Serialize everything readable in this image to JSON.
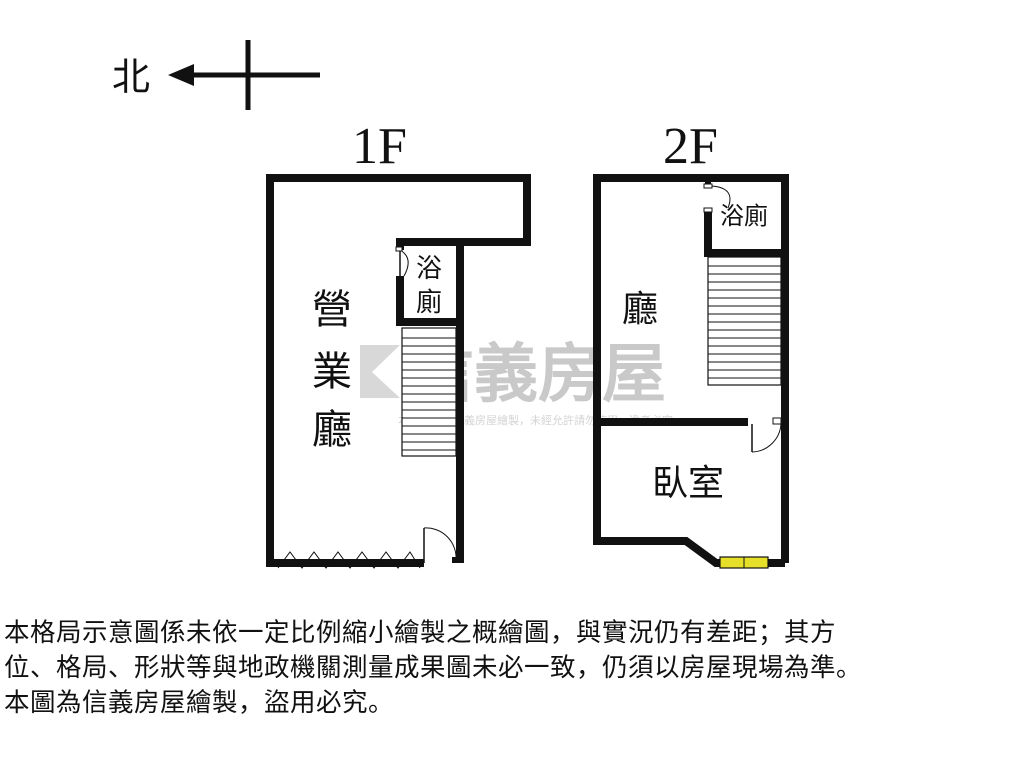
{
  "compass": {
    "label": "北"
  },
  "floors": [
    {
      "title": "1F",
      "rooms": {
        "main_line1": "營",
        "main_line2": "業",
        "main_line3": "廳",
        "bath_line1": "浴",
        "bath_line2": "廁"
      }
    },
    {
      "title": "2F",
      "rooms": {
        "bath": "浴廁",
        "hall": "廳",
        "bedroom": "臥室"
      }
    }
  ],
  "watermark": {
    "brand": "信義房屋",
    "note": "本格局圖為信義房屋繪製，未經允許請勿使用，違者必究"
  },
  "disclaimer": {
    "line1": "本格局示意圖係未依一定比例縮小繪製之概繪圖，與實況仍有差距；其方",
    "line2": "位、格局、形狀等與地政機關測量成果圖未必一致，仍須以房屋現場為準。",
    "line3": "本圖為信義房屋繪製，盜用必究。"
  },
  "colors": {
    "wall": "#111111",
    "window": "#e6e02a",
    "watermark": "#c9c9c9"
  }
}
